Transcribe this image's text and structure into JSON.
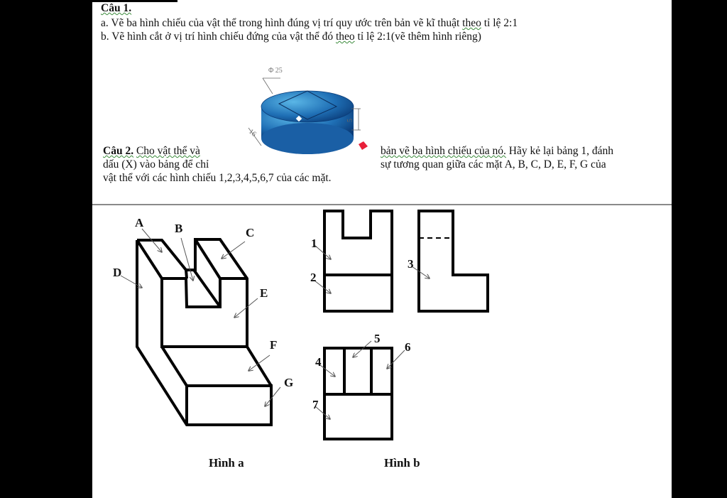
{
  "q1": {
    "title": "Câu 1.",
    "line_a_pre": "a. Vẽ ba hình chiếu của vật thể trong hình đúng vị trí quy ước trên bản vẽ kĩ thuật ",
    "line_a_theo": "theo",
    "line_a_post": " tỉ lệ 2:1",
    "line_b_pre": "b. Vẽ hình cắt ở vị trí hình chiếu đứng của vật thể đó ",
    "line_b_theo": "theo",
    "line_b_post": " tỉ lệ 2:1(vẽ thêm hình riêng)"
  },
  "figure": {
    "diameter_label": "Φ 25",
    "width_label": "16",
    "height_label": "5"
  },
  "q2": {
    "title": "Câu 2.",
    "line1_left": "Cho vật thể và",
    "line1_right_sq": "bản vẽ ba hình chiếu của nó.",
    "line1_right": " Hãy kẻ lại bảng 1, đánh",
    "line2_left": "dấu (X) vào bảng để chỉ",
    "line2_right": "sự tương quan giữa các mặt A, B, C, D, E, F, G của",
    "line3": "vật thể với các hình chiếu 1,2,3,4,5,6,7 của các mặt."
  },
  "hinh_a": {
    "caption": "Hình a",
    "labels": [
      "A",
      "B",
      "C",
      "D",
      "E",
      "F",
      "G"
    ]
  },
  "hinh_b": {
    "caption": "Hình b",
    "labels": [
      "1",
      "2",
      "3",
      "4",
      "5",
      "6",
      "7"
    ]
  },
  "colors": {
    "background": "#000000",
    "page": "#ffffff",
    "cylinder": "#1f6fb5"
  }
}
